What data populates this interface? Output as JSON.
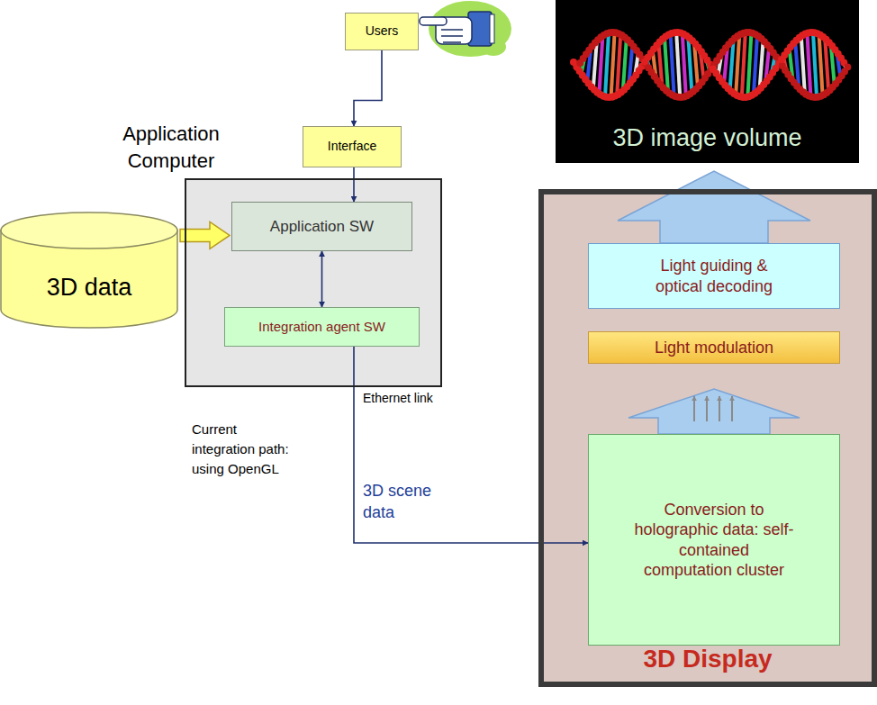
{
  "diagram": {
    "nodes": [
      {
        "text": [
          "Users"
        ]
      },
      {
        "text": [
          "3D image volume"
        ]
      },
      {
        "text": [
          "Interface"
        ]
      },
      {
        "text": [
          "Application Computer"
        ]
      },
      {
        "text": [
          "Application SW"
        ],
        "in": 3
      },
      {
        "text": [
          "Integration agent SW"
        ],
        "in": 3
      },
      {
        "text": [
          "3D data"
        ]
      },
      {
        "text": [
          "3D Display"
        ]
      },
      {
        "text": [
          "Light guiding & optical decoding"
        ],
        "in": 7
      },
      {
        "text": [
          "Light modulation"
        ],
        "in": 7
      },
      {
        "text": [
          "Conversion to holographic data: self-contained computation cluster"
        ],
        "in": 7
      }
    ],
    "edges": [
      {
        "from": 0,
        "to": 2,
        "arrow": "to"
      },
      {
        "from": 2,
        "to": 4,
        "arrow": "to"
      },
      {
        "from": 6,
        "to": 4,
        "arrow": "to"
      },
      {
        "from": 4,
        "to": 5,
        "arrow": "both"
      },
      {
        "from": 5,
        "to": 10,
        "arrow": "to",
        "label": "3D scene data"
      },
      {
        "from": 10,
        "to": 9,
        "arrow": "to"
      },
      {
        "from": 8,
        "to": 1,
        "arrow": "to"
      }
    ],
    "labels": [
      "Ethernet link",
      "Current integration path: using OpenGL"
    ]
  }
}
